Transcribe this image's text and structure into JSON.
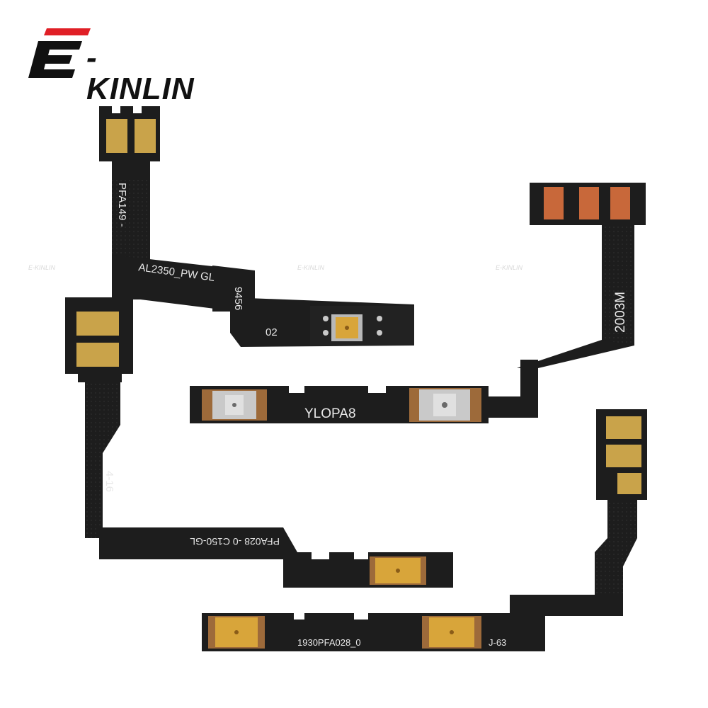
{
  "brand": {
    "logo_text": "-KINLIN",
    "logo_mark": "E",
    "colors": {
      "red": "#e01f26",
      "black": "#111111"
    }
  },
  "watermark": {
    "text": "E-KINLIN"
  },
  "cables": {
    "top_left": {
      "labels": [
        "PFA149 -",
        "AL2350_PW GL",
        "9456",
        "02"
      ]
    },
    "right": {
      "labels": [
        "2003M",
        "YLOPA8"
      ]
    },
    "bottom_left": {
      "labels": [
        "4-16",
        "PFA028 -0 C150-GL"
      ]
    },
    "bottom_right": {
      "labels": [
        "1930PFA028_0",
        "J-63"
      ]
    }
  },
  "colors": {
    "flex": "#1d1d1d",
    "flex_edge": "#2b2b2b",
    "gold": "#c9a34a",
    "copper": "#c8683a",
    "button_gold": "#d8a53a",
    "button_silver": "#c9c9c9"
  }
}
